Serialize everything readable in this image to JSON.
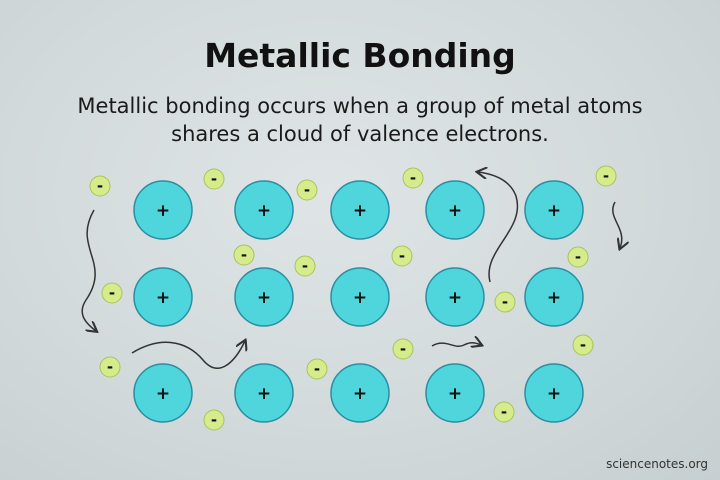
{
  "title": "Metallic Bonding",
  "subtitle_line1": "Metallic bonding occurs when a group of metal atoms",
  "subtitle_line2": "shares a cloud of valence electrons.",
  "ion_symbol": "+",
  "electron_symbol": "-",
  "credit": "sciencenotes.org",
  "colors": {
    "ion_fill": "#4fd5dc",
    "ion_stroke": "#2b8ea3",
    "electron_fill": "#d6ec8c",
    "electron_stroke": "#a9c25a",
    "arrow": "#333333"
  }
}
